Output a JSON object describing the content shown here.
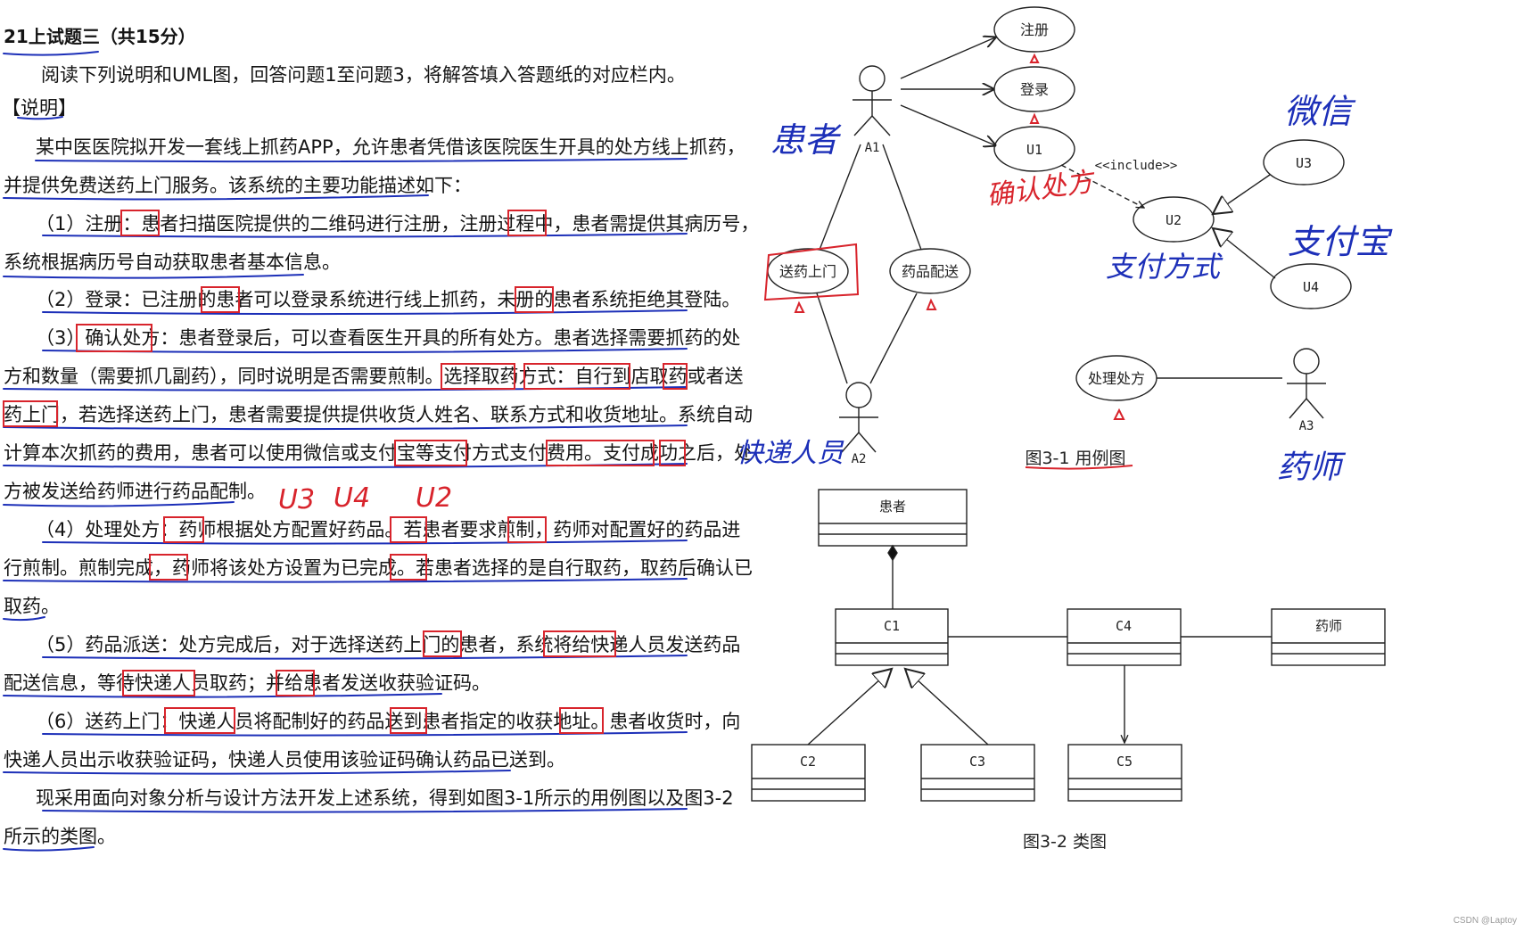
{
  "document": {
    "title": "21上试题三（共15分）",
    "intro": "阅读下列说明和UML图，回答问题1至问题3，将解答填入答题纸的对应栏内。",
    "section_label": "【说明】",
    "lines": [
      "某中医医院拟开发一套线上抓药APP，允许患者凭借该医院医生开具的处方线上抓药，",
      "并提供免费送药上门服务。该系统的主要功能描述如下：",
      "（1）注册：患者扫描医院提供的二维码进行注册，注册过程中，患者需提供其病历号，",
      "系统根据病历号自动获取患者基本信息。",
      "（2）登录：已注册的患者可以登录系统进行线上抓药，未册的患者系统拒绝其登陆。",
      "（3）确认处方：患者登录后，可以查看医生开具的所有处方。患者选择需要抓药的处",
      "方和数量（需要抓几副药），同时说明是否需要煎制。选择取药方式：自行到店取药或者送",
      "药上门，若选择送药上门，患者需要提供提供收货人姓名、联系方式和收货地址。系统自动",
      "计算本次抓药的费用，患者可以使用微信或支付宝等支付方式支付费用。支付成功之后，处",
      "方被发送给药师进行药品配制。",
      "（4）处理处方：药师根据处方配置好药品。若患者要求煎制，药师对配置好的药品进",
      "行煎制。煎制完成，药师将该处方设置为已完成。若患者选择的是自行取药，取药后确认已",
      "取药。",
      "（5）药品派送：处方完成后，对于选择送药上门的患者，系统将给快递人员发送药品",
      "配送信息，等待快递人员取药；并给患者发送收获验证码。",
      "（6）送药上门：快递人员将配制好的药品送到患者指定的收获地址。患者收货时，向",
      "快递人员出示收获验证码，快递人员使用该验证码确认药品已送到。",
      "现采用面向对象分析与设计方法开发上述系统，得到如图3-1所示的用例图以及图3-2",
      "所示的类图。"
    ]
  },
  "usecase": {
    "caption": "图3-1 用例图",
    "actors": [
      "A1",
      "A2",
      "A3"
    ],
    "usecases": [
      "注册",
      "登录",
      "U1",
      "U2",
      "U3",
      "U4",
      "送药上门",
      "药品配送",
      "处理处方"
    ],
    "include_label": "<<include>>"
  },
  "classdiagram": {
    "caption": "图3-2 类图",
    "classes": [
      "患者",
      "C1",
      "C4",
      "药师",
      "C2",
      "C3",
      "C5"
    ]
  },
  "annotations": {
    "a1": "患者",
    "u1": "确认处方",
    "u3": "微信",
    "u2": "支付方式",
    "u4": "支付宝",
    "a2": "快递人员",
    "a3": "药师",
    "numbers": [
      "U3",
      "U4",
      "U2"
    ]
  },
  "colors": {
    "blue_ink": "#1c2fb8",
    "red_ink": "#d8242c",
    "text": "#141414"
  },
  "watermark": "CSDN @Laptoy"
}
